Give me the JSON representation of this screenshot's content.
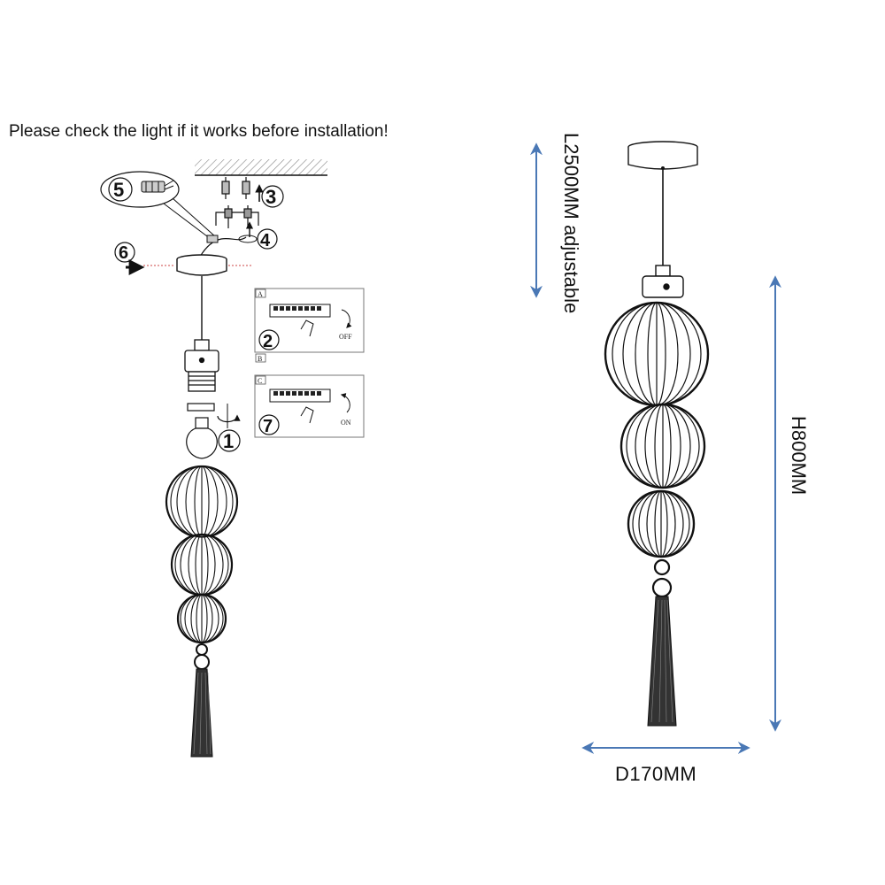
{
  "notice": "Please check the light if it works before installation!",
  "steps": {
    "s1": "1",
    "s2": "2",
    "s3": "3",
    "s4": "4",
    "s5": "5",
    "s6": "6",
    "s7": "7"
  },
  "panels": {
    "a_label": "A",
    "b_label": "B",
    "c_label": "C",
    "off_label": "OFF",
    "on_label": "ON"
  },
  "dimensions": {
    "cable_length": "L2500MM adjustable",
    "height": "H800MM",
    "diameter": "D170MM"
  },
  "colors": {
    "line": "#111111",
    "dimension_arrow": "#4a78b5"
  }
}
